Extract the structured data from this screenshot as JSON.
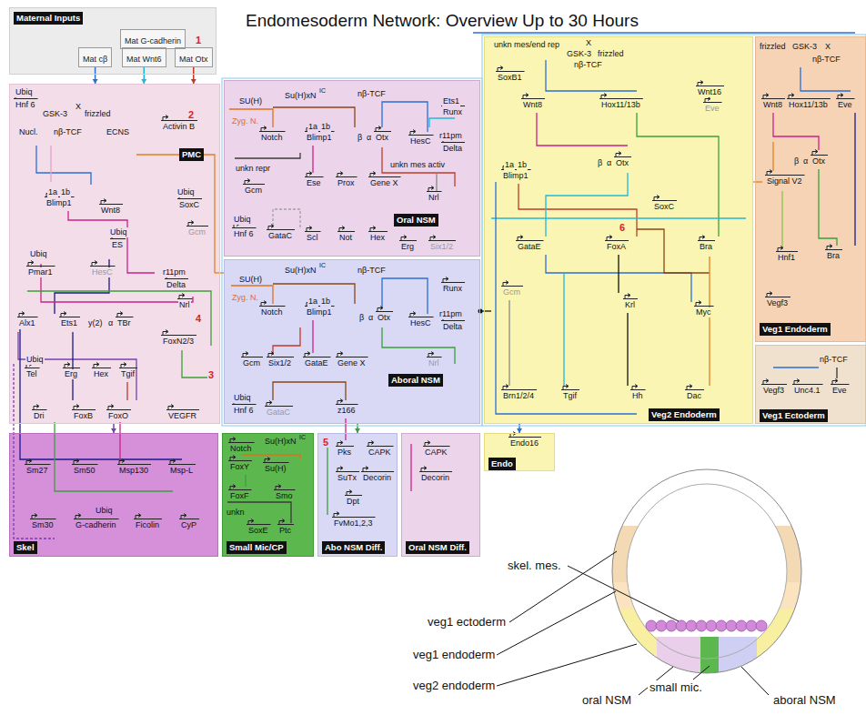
{
  "diagram": {
    "title": "Endomesoderm Network: Overview Up to 30 Hours",
    "nodes": [
      {
        "text": [
          "Maternal Inputs"
        ]
      },
      {
        "text": [
          "Mat G-cadherin"
        ],
        "in": 0
      },
      {
        "text": [
          "Mat cβ"
        ],
        "in": 0
      },
      {
        "text": [
          "Mat Wnt6"
        ],
        "in": 0
      },
      {
        "text": [
          "Mat Otx"
        ],
        "in": 0
      },
      {
        "text": [
          "PMC"
        ]
      },
      {
        "text": [
          "Oral NSM"
        ]
      },
      {
        "text": [
          "Aboral NSM"
        ]
      },
      {
        "text": [
          "Veg2 Endoderm"
        ]
      },
      {
        "text": [
          "Veg1 Endoderm"
        ]
      },
      {
        "text": [
          "Veg1 Ectoderm"
        ]
      },
      {
        "text": [
          "Skel"
        ]
      },
      {
        "text": [
          "Small Mic/CP"
        ]
      },
      {
        "text": [
          "Abo NSM Diff."
        ]
      },
      {
        "text": [
          "Oral NSM Diff."
        ]
      },
      {
        "text": [
          "Endo"
        ]
      }
    ],
    "edges": [
      {
        "from": 2,
        "to": 5,
        "arrow": "to"
      },
      {
        "from": 3,
        "to": 5,
        "arrow": "to"
      },
      {
        "from": 4,
        "to": 5,
        "arrow": "to"
      },
      {
        "from": 5,
        "to": 11,
        "arrow": "to"
      },
      {
        "from": 7,
        "to": 13,
        "arrow": "to"
      },
      {
        "from": 8,
        "to": 15,
        "arrow": "to"
      }
    ],
    "labels": [
      "1",
      "Ubiq",
      "Hnf 6",
      "GSK-3",
      "X",
      "frizzled",
      "Nucl.",
      "nβ-TCF",
      "ECNS",
      "2",
      "Activin B",
      "1a",
      "1b",
      "Blimp1",
      "Wnt8",
      "Ubiq",
      "ES",
      "Ubiq",
      "SoxC",
      "Gcm",
      "Ubiq",
      "Pmar1",
      "HesC",
      "r11pm",
      "Delta",
      "Nrl",
      "4",
      "Alx1",
      "Ets1",
      "y(2)",
      "α",
      "TBr",
      "FoxN2/3",
      "Ubiq",
      "Tel",
      "Erg",
      "Hex",
      "Tgif",
      "3",
      "Dri",
      "FoxB",
      "FoxO",
      "VEGFR",
      "SU(H)",
      "Su(H)xN",
      "IC",
      "nβ-TCF",
      "Zyg. N.",
      "Notch",
      "1a",
      "1b",
      "Blimp1",
      "β",
      "α",
      "Otx",
      "HesC",
      "Ets1",
      "Runx",
      "r11pm",
      "Delta",
      "unkn repr",
      "Gcm",
      "Ese",
      "Prox",
      "Gene X",
      "unkn mes activ",
      "Nrl",
      "Ubiq",
      "Hnf 6",
      "GataC",
      "Scl",
      "Not",
      "Hex",
      "Erg",
      "Six1/2",
      "SU(H)",
      "Su(H)xN",
      "IC",
      "nβ-TCF",
      "Zyg. N.",
      "Notch",
      "1a",
      "1b",
      "Blimp1",
      "β",
      "α",
      "Otx",
      "HesC",
      "Runx",
      "r11pm",
      "Delta",
      "Gcm",
      "Six1/2",
      "GataE",
      "Gene X",
      "Nrl",
      "Ubiq",
      "Hnf 6",
      "GataC",
      "z166",
      "unkn mes/end rep",
      "X",
      "GSK-3",
      "frizzled",
      "nβ-TCF",
      "SoxB1",
      "Wnt8",
      "Hox11/13b",
      "Wnt16",
      "Eve",
      "1a",
      "1b",
      "Blimp1",
      "β",
      "α",
      "Otx",
      "SoxC",
      "6",
      "GataE",
      "FoxA",
      "Bra",
      "Gcm",
      "Krl",
      "Myc",
      "Brn1/2/4",
      "Tgif",
      "Hh",
      "Dac",
      "frizzled",
      "GSK-3",
      "X",
      "nβ-TCF",
      "Wnt8",
      "Hox11/13b",
      "Eve",
      "β",
      "α",
      "Otx",
      "Signal V2",
      "Hnf1",
      "Bra",
      "Vegf3",
      "nβ-TCF",
      "Vegf3",
      "Unc4.1",
      "Eve",
      "Sm27",
      "Sm50",
      "Msp130",
      "Msp-L",
      "Ubiq",
      "Sm30",
      "G-cadherin",
      "Ficolin",
      "CyP",
      "Notch",
      "Su(H)xN",
      "IC",
      "FoxY",
      "Su(H)",
      "FoxF",
      "Smo",
      "unkn",
      "SoxE",
      "Ptc",
      "5",
      "Pks",
      "CAPK",
      "SuTx",
      "Decorin",
      "Dpt",
      "FvMo1,2,3",
      "CAPK",
      "Decorin",
      "Endo16",
      "skel. mes.",
      "veg1 ectoderm",
      "veg1 endoderm",
      "veg2 endoderm",
      "small mic.",
      "oral NSM",
      "aboral NSM"
    ]
  }
}
